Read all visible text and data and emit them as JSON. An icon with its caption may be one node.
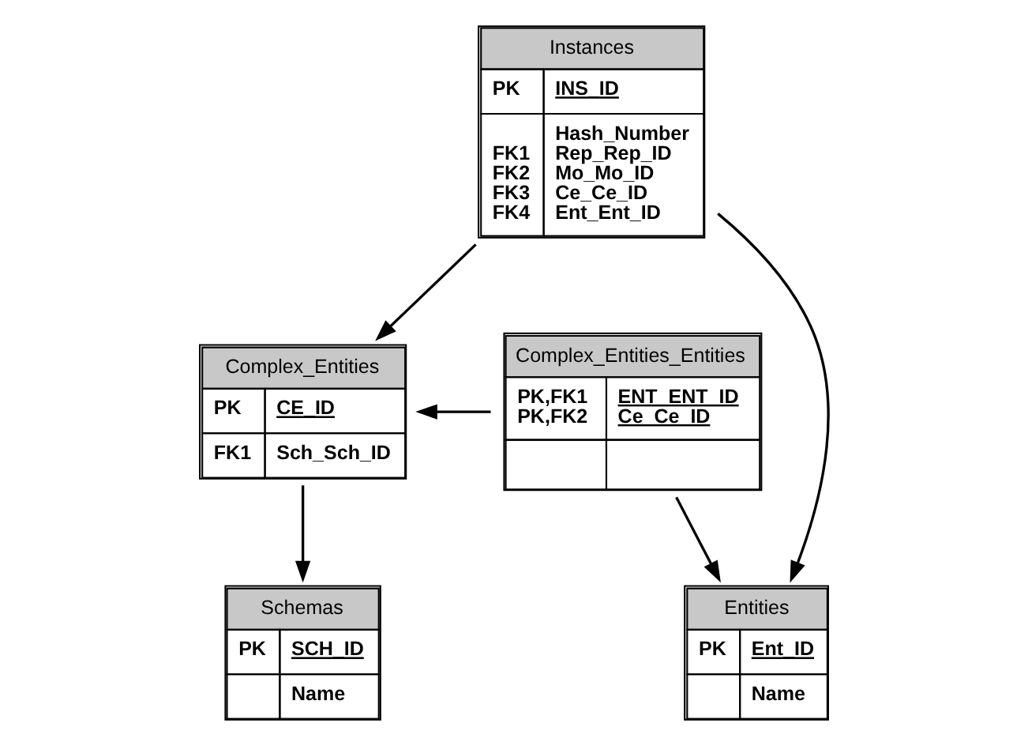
{
  "diagram": {
    "nodes": [
      {
        "text": [
          "Complex_Entities",
          "PK",
          "CE_ID",
          "FK1",
          "Sch_Sch_ID"
        ]
      },
      {
        "text": [
          "Complex_Entities_Entities",
          "PK,FK1",
          "ENT_ENT_ID",
          "PK,FK2",
          "Ce_Ce_ID"
        ]
      },
      {
        "text": [
          "Instances",
          "PK",
          "INS_ID",
          "Hash_Number",
          "FK1",
          "Rep_Rep_ID",
          "FK2",
          "Mo_Mo_ID",
          "FK3",
          "Ce_Ce_ID",
          "FK4",
          "Ent_Ent_ID"
        ]
      },
      {
        "text": [
          "Schemas",
          "PK",
          "SCH_ID",
          "Name"
        ]
      },
      {
        "text": [
          "Entities",
          "PK",
          "Ent_ID",
          "Name"
        ]
      }
    ],
    "edges": [
      {
        "from": 2,
        "to": 0,
        "arrow": "to"
      },
      {
        "from": 1,
        "to": 0,
        "arrow": "to"
      },
      {
        "from": 1,
        "to": 4,
        "arrow": "to"
      },
      {
        "from": 0,
        "to": 3,
        "arrow": "to"
      },
      {
        "from": 2,
        "to": 4,
        "arrow": "to"
      }
    ]
  }
}
